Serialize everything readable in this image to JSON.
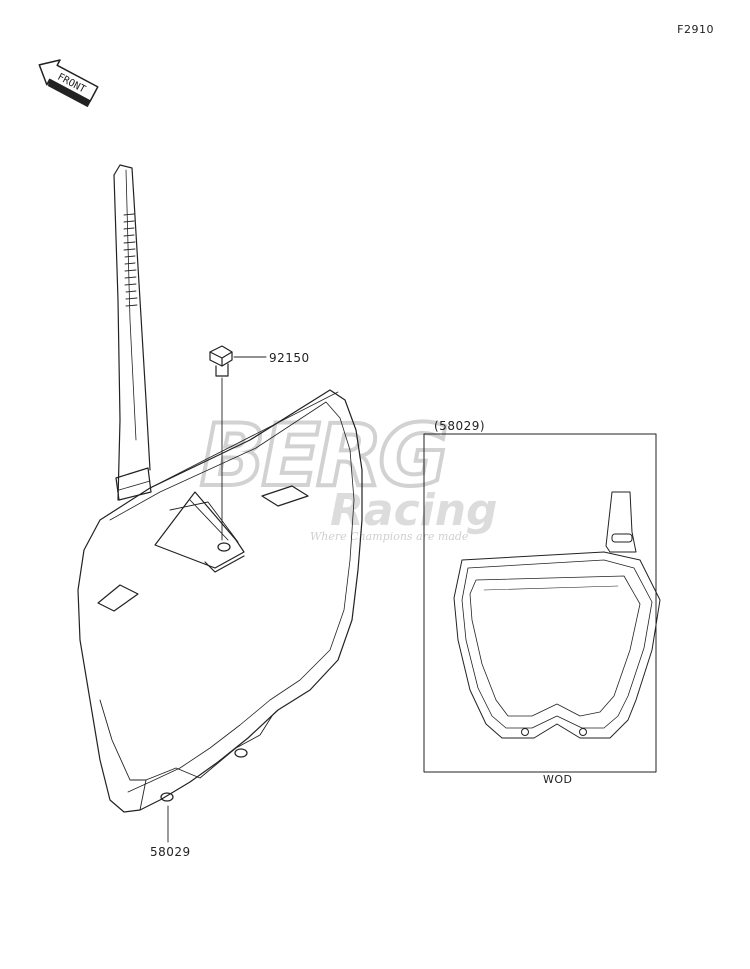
{
  "figure_code": "F2910",
  "front_arrow_label": "FRONT",
  "watermark": {
    "line1": "BERG",
    "line2": "Racing",
    "tagline": "Where Champions are made"
  },
  "callouts": {
    "bolt": "92150",
    "plate": "58029"
  },
  "inset": {
    "label": "(58029)",
    "caption": "WOD"
  },
  "colors": {
    "line": "#222222",
    "watermark": "#d7d7d7"
  }
}
